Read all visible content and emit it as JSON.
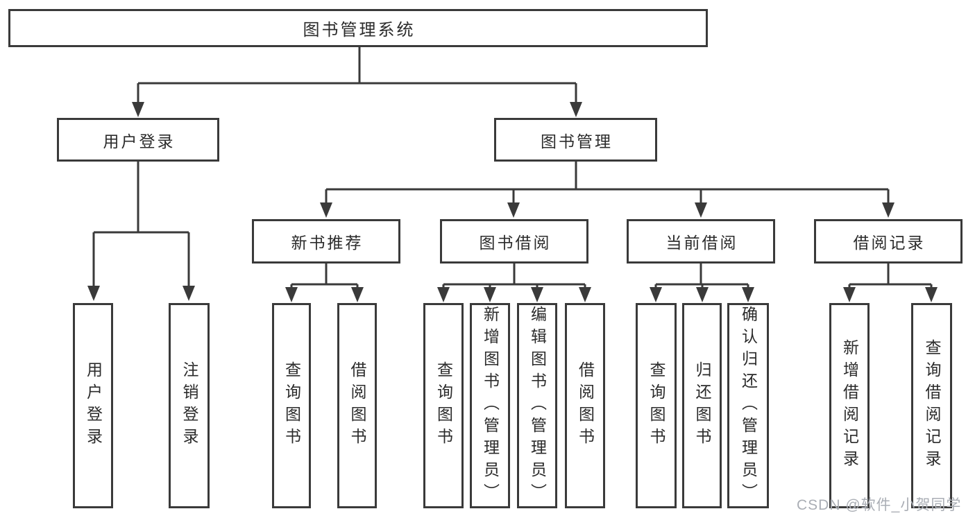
{
  "tree": {
    "label": "图书管理系统",
    "children": [
      {
        "label": "用户登录",
        "children": [
          {
            "label": "用户登录"
          },
          {
            "label": "注销登录"
          }
        ]
      },
      {
        "label": "图书管理",
        "children": [
          {
            "label": "新书推荐",
            "children": [
              {
                "label": "查询图书"
              },
              {
                "label": "借阅图书"
              }
            ]
          },
          {
            "label": "图书借阅",
            "children": [
              {
                "label": "查询图书"
              },
              {
                "label": "新增图书（管理员）"
              },
              {
                "label": "编辑图书（管理员）"
              },
              {
                "label": "借阅图书"
              }
            ]
          },
          {
            "label": "当前借阅",
            "children": [
              {
                "label": "查询图书"
              },
              {
                "label": "归还图书"
              },
              {
                "label": "确认归还（管理员）"
              }
            ]
          },
          {
            "label": "借阅记录",
            "children": [
              {
                "label": "新增借阅记录"
              },
              {
                "label": "查询借阅记录"
              }
            ]
          }
        ]
      }
    ]
  },
  "watermark": "CSDN @软件_小贺同学",
  "colors": {
    "line": "#3a3a3a",
    "text": "#2b2b2b",
    "box_background": "#ffffff",
    "watermark": "#aaaeb5",
    "background": "#ffffff"
  }
}
